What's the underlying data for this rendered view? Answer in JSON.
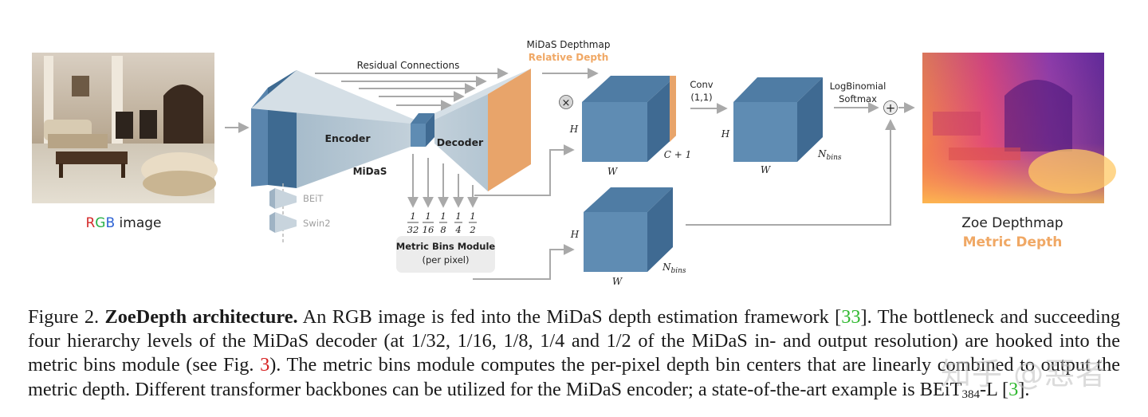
{
  "figure": {
    "input_label_r": "R",
    "input_label_g": "G",
    "input_label_b": "B",
    "input_label_rest": " image",
    "residual_label": "Residual Connections",
    "encoder_label": "Encoder",
    "decoder_label": "Decoder",
    "midas_label": "MiDaS",
    "beit_label": "BEiT",
    "swin_label": "Swin2",
    "scales": [
      {
        "num": "1",
        "den": "32"
      },
      {
        "num": "1",
        "den": "16"
      },
      {
        "num": "1",
        "den": "8"
      },
      {
        "num": "1",
        "den": "4"
      },
      {
        "num": "1",
        "den": "2"
      }
    ],
    "metric_bins_title": "Metric Bins Module",
    "metric_bins_sub": "(per pixel)",
    "midas_depthmap": "MiDaS Depthmap",
    "relative_depth": "Relative Depth",
    "multiply_symbol": "×",
    "conv_label": "Conv",
    "conv_kernel": "(1,1)",
    "logbinomial_label": "LogBinomial",
    "softmax_label": "Softmax",
    "plus_symbol": "+",
    "dim_h": "H",
    "dim_w": "W",
    "dim_c1": "C + 1",
    "dim_nbins_n": "N",
    "dim_nbins_sub": "bins",
    "zoe_depthmap": "Zoe Depthmap",
    "metric_depth": "Metric Depth",
    "colors": {
      "cube_front": "#5f8cb3",
      "cube_top": "#4f7ca4",
      "cube_side": "#3f6a92",
      "orange": "#e8a46a",
      "orange_text": "#f0a865",
      "arrow": "#a9a9a9"
    }
  },
  "caption": {
    "prefix": "Figure 2. ",
    "title": "ZoeDepth architecture.",
    "t1": " An RGB image is fed into the MiDaS depth estimation framework [",
    "ref1": "33",
    "t2": "]. The bottleneck and succeeding four hierarchy levels of the MiDaS decoder (at 1/32, 1/16, 1/8, 1/4 and 1/2 of the MiDaS in- and output resolution) are hooked into the metric bins module (see Fig. ",
    "ref2": "3",
    "t3": "). The metric bins module computes the per-pixel depth bin centers that are linearly combined to output the metric depth. Different transformer backbones can be utilized for the MiDaS encoder; a state-of-the-art example is BEiT",
    "sub": "384",
    "t4": "-L [",
    "ref3": "3",
    "t5": "]."
  },
  "watermark": "知乎 @惡者"
}
